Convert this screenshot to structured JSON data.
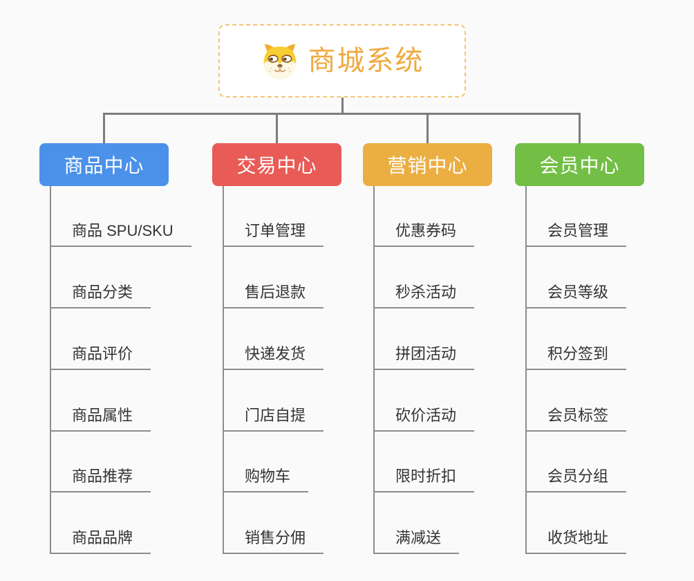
{
  "background_color": "#FAFAFA",
  "lines": {
    "connector_color": "#7C7C7C",
    "leaf_line_color": "#8C8C8C"
  },
  "root": {
    "title": "商城系统",
    "icon": "doge-dog-icon",
    "text_color": "#F0A93E",
    "border_color": "#F7C474",
    "background": "#FFFFFF"
  },
  "branches": [
    {
      "label": "商品中心",
      "color": "#4B91EA",
      "items": [
        "商品 SPU/SKU",
        "商品分类",
        "商品评价",
        "商品属性",
        "商品推荐",
        "商品品牌"
      ]
    },
    {
      "label": "交易中心",
      "color": "#E95B56",
      "items": [
        "订单管理",
        "售后退款",
        "快递发货",
        "门店自提",
        "购物车",
        "销售分佣"
      ]
    },
    {
      "label": "营销中心",
      "color": "#EBAE42",
      "items": [
        "优惠券码",
        "秒杀活动",
        "拼团活动",
        "砍价活动",
        "限时折扣",
        "满减送"
      ]
    },
    {
      "label": "会员中心",
      "color": "#73BF46",
      "items": [
        "会员管理",
        "会员等级",
        "积分签到",
        "会员标签",
        "会员分组",
        "收货地址"
      ]
    }
  ]
}
